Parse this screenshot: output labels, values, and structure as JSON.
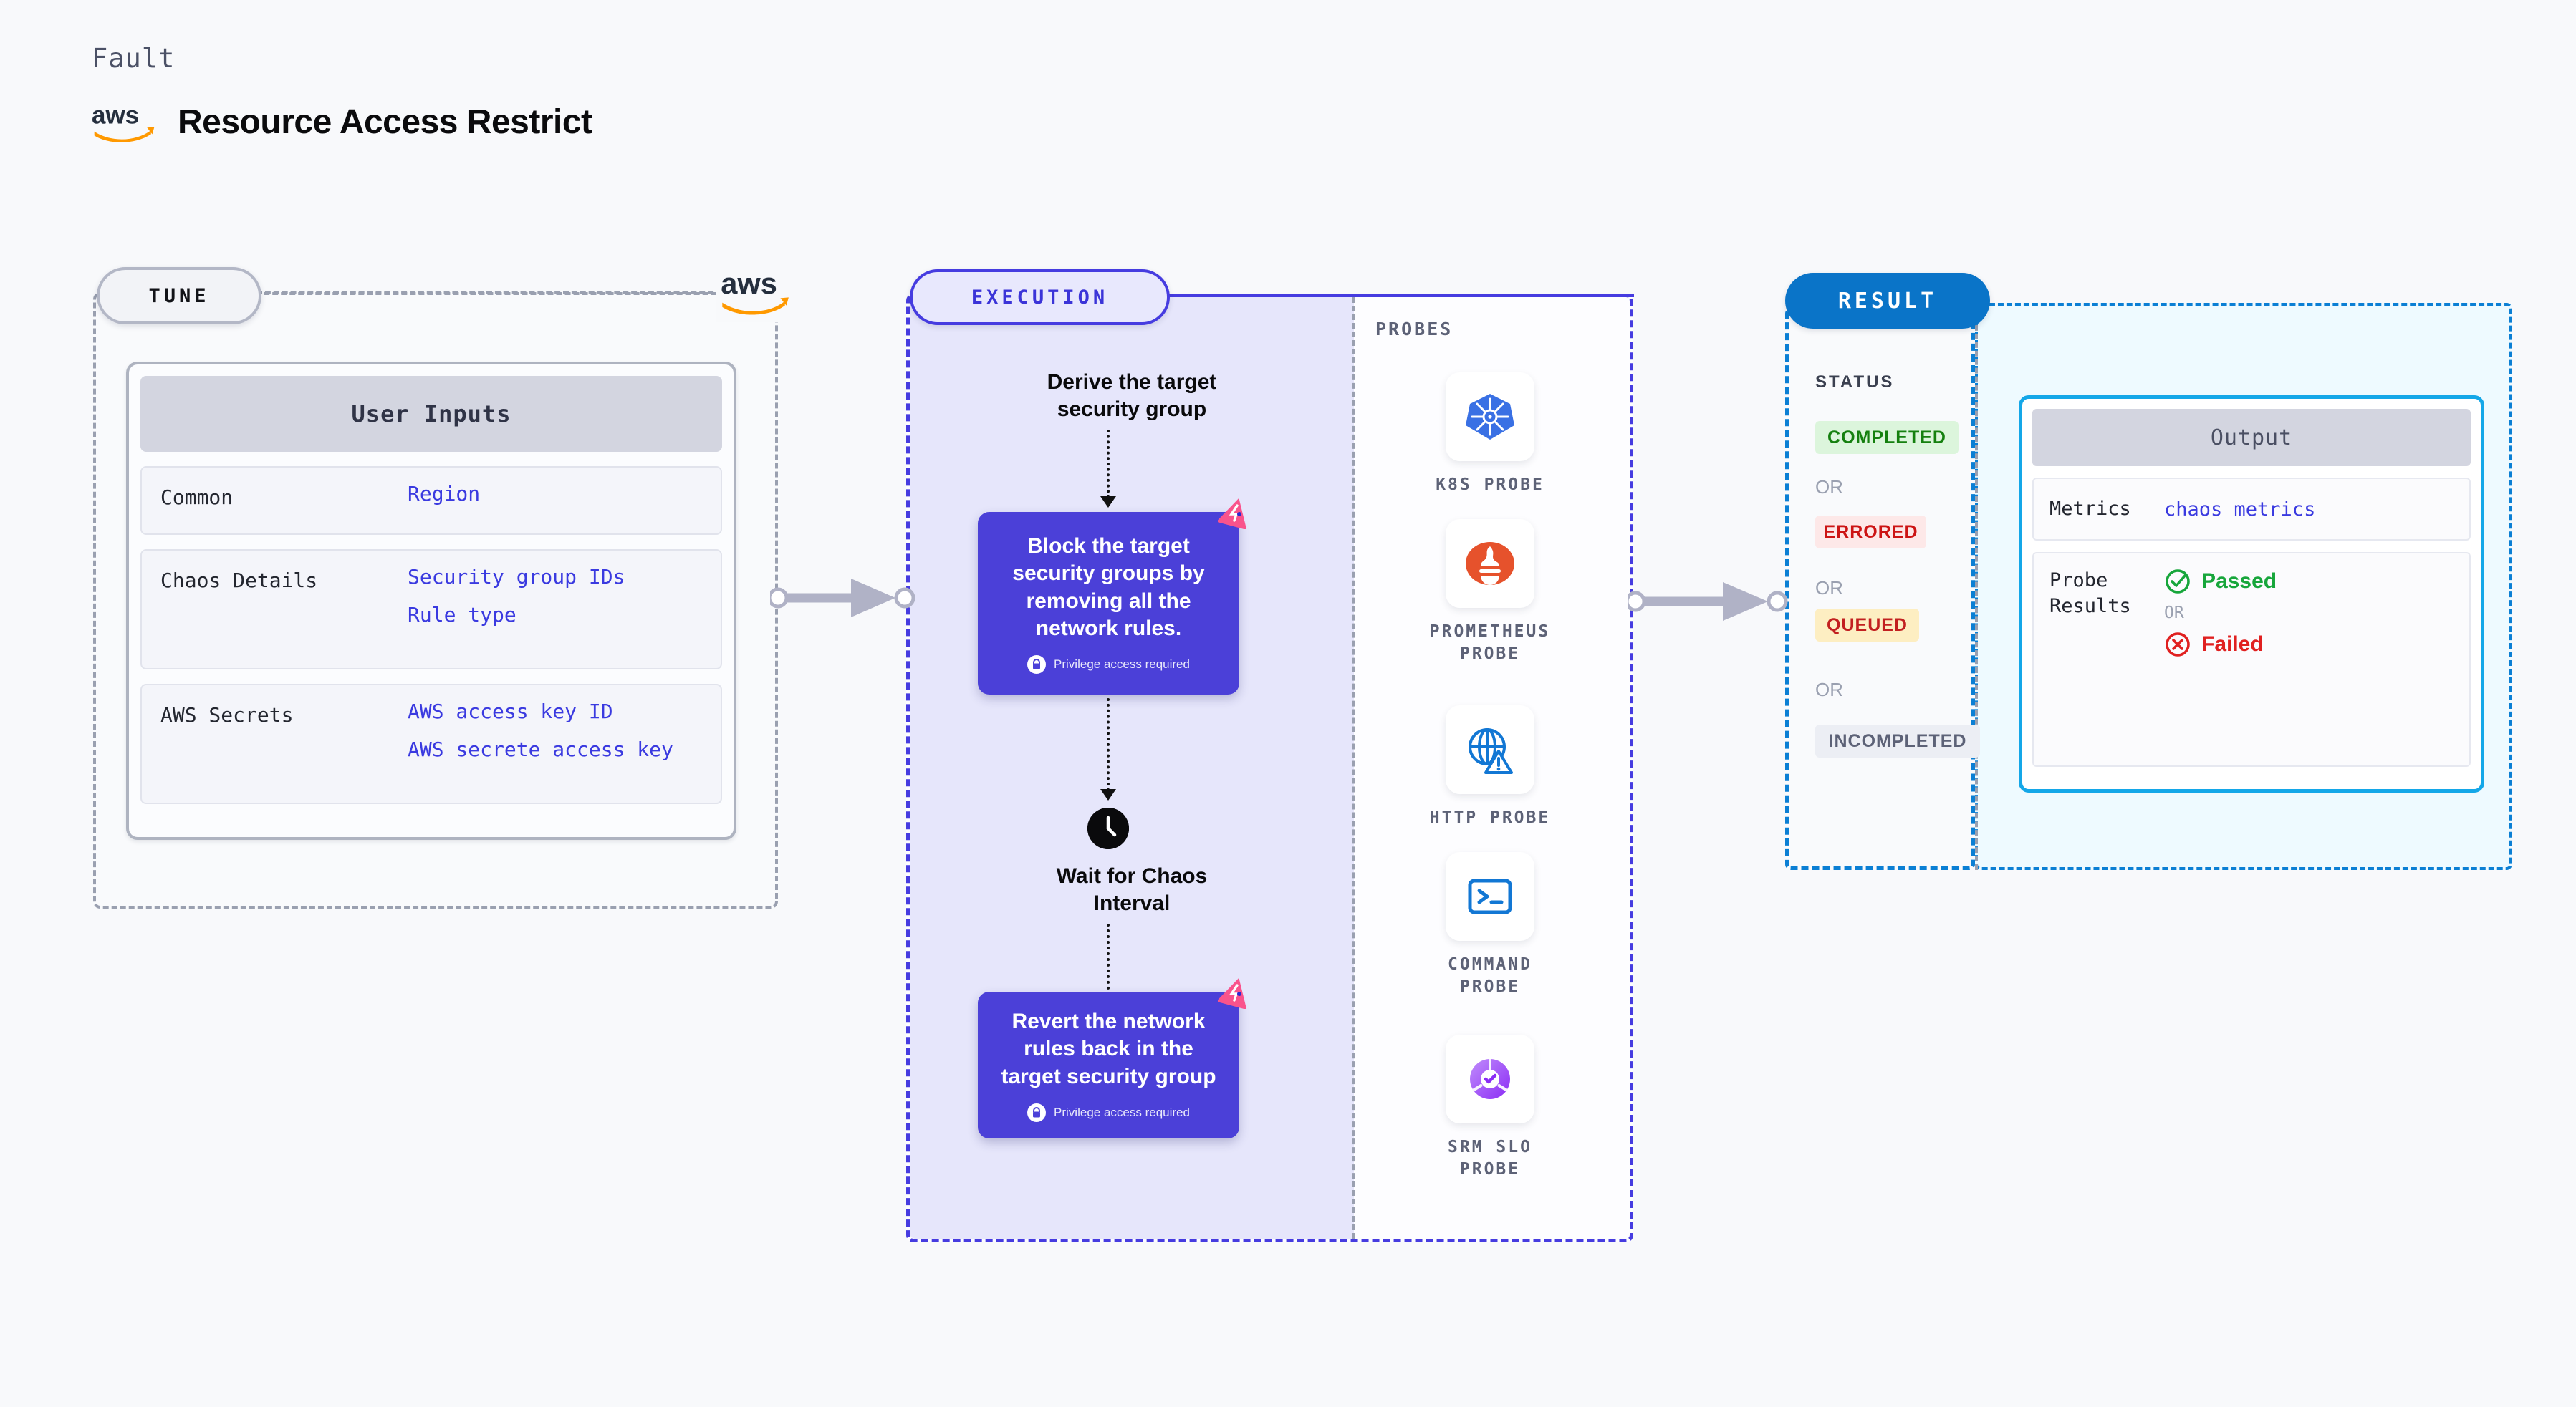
{
  "header": {
    "kicker": "Fault",
    "title": "Resource Access Restrict",
    "brand_icon": "aws-logo-icon"
  },
  "tune": {
    "badge": "TUNE",
    "brand_icon": "aws-logo-icon",
    "card_title": "User Inputs",
    "rows": [
      {
        "key": "Common",
        "values": [
          "Region"
        ]
      },
      {
        "key": "Chaos Details",
        "values": [
          "Security group IDs",
          "Rule type"
        ]
      },
      {
        "key": "AWS Secrets",
        "values": [
          "AWS access key ID",
          "AWS secrete access key"
        ]
      }
    ]
  },
  "execution": {
    "badge": "EXECUTION",
    "step1_label": "Derive the target\nsecurity group",
    "card1": {
      "text": "Block the target security groups by removing all the network rules.",
      "privilege_note": "Privilege access required",
      "badge_icon": "chaos-fault-badge-icon",
      "lock_icon": "lock-icon"
    },
    "wait_label": "Wait for Chaos\nInterval",
    "wait_icon": "clock-icon",
    "card2": {
      "text": "Revert the network rules back in the target security group",
      "privilege_note": "Privilege access required",
      "badge_icon": "chaos-fault-badge-icon",
      "lock_icon": "lock-icon"
    }
  },
  "probes": {
    "title": "PROBES",
    "items": [
      {
        "label": "K8S PROBE",
        "icon": "kubernetes-icon"
      },
      {
        "label": "PROMETHEUS\nPROBE",
        "icon": "prometheus-icon"
      },
      {
        "label": "HTTP PROBE",
        "icon": "globe-warning-icon"
      },
      {
        "label": "COMMAND\nPROBE",
        "icon": "terminal-icon"
      },
      {
        "label": "SRM SLO\nPROBE",
        "icon": "srm-slo-icon"
      }
    ]
  },
  "result": {
    "badge": "RESULT",
    "status_label": "STATUS",
    "or_text": "OR",
    "statuses": [
      {
        "label": "COMPLETED",
        "bg": "#dcf5dc",
        "fg": "#15800f"
      },
      {
        "label": "ERRORED",
        "bg": "#fde8e8",
        "fg": "#cc1414"
      },
      {
        "label": "QUEUED",
        "bg": "#fdeec2",
        "fg": "#c22020"
      },
      {
        "label": "INCOMPLETED",
        "bg": "#eceef4",
        "fg": "#5d6277"
      }
    ],
    "output": {
      "title": "Output",
      "metrics_key": "Metrics",
      "metrics_value": "chaos metrics",
      "probe_results_key": "Probe Results",
      "passed_label": "Passed",
      "failed_label": "Failed",
      "or_text": "OR",
      "passed_icon": "check-circle-icon",
      "failed_icon": "x-circle-icon"
    }
  },
  "connectors": {
    "tune_to_execution": "arrow-right",
    "execution_to_result": "arrow-right"
  },
  "colors": {
    "accent_purple": "#4b40d8",
    "accent_blue": "#0a74c8",
    "fault_pink": "#f9538c",
    "aws_orange": "#ff9900"
  }
}
